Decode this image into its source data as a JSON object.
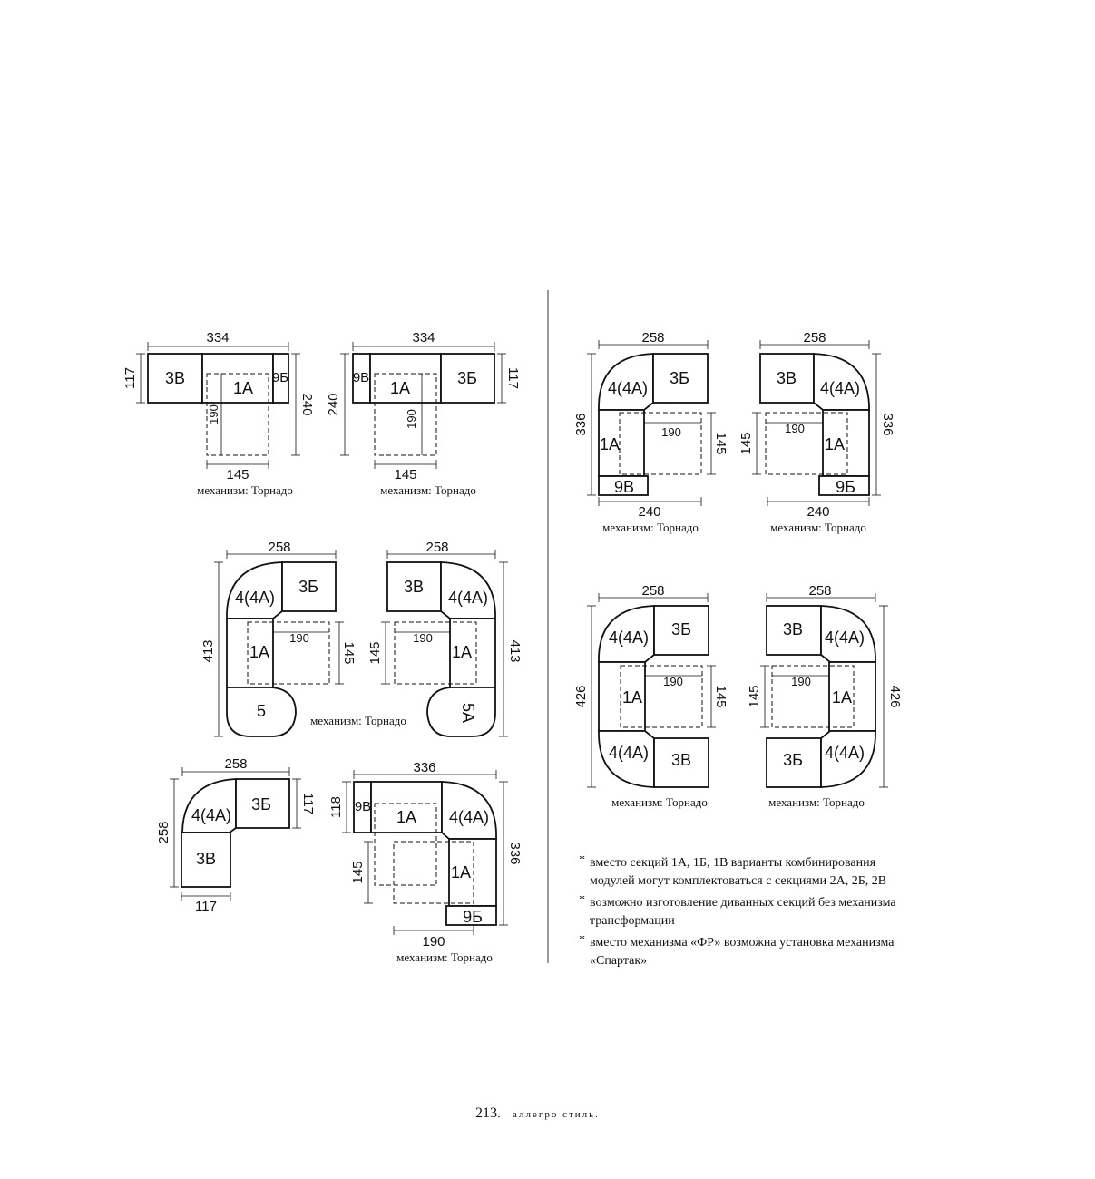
{
  "diagrams": [
    {
      "caption": "механизм: Торнадо",
      "dims": [
        "334",
        "117",
        "240",
        "190",
        "145"
      ],
      "modules": [
        "3В",
        "1А",
        "9Б"
      ]
    },
    {
      "caption": "механизм: Торнадо",
      "dims": [
        "334",
        "240",
        "117",
        "190",
        "145"
      ],
      "modules": [
        "9В",
        "1А",
        "3Б"
      ]
    },
    {
      "caption": "механизм: Торнадо",
      "dims": [
        "258",
        "336",
        "145",
        "190",
        "240"
      ],
      "modules": [
        "4(4А)",
        "3Б",
        "1А",
        "9В"
      ]
    },
    {
      "caption": "механизм: Торнадо",
      "dims": [
        "258",
        "336",
        "145",
        "190",
        "240"
      ],
      "modules": [
        "3В",
        "4(4А)",
        "1А",
        "9Б"
      ]
    },
    {
      "caption": "механизм: Торнадо",
      "dims": [
        "258",
        "413",
        "145",
        "190",
        "258",
        "413",
        "145",
        "190"
      ],
      "modules": [
        "4(4А)",
        "3Б",
        "1А",
        "5",
        "3В",
        "4(4А)",
        "1А",
        "5А"
      ]
    },
    {
      "caption": "механизм: Торнадо",
      "dims": [
        "258",
        "426",
        "190",
        "145"
      ],
      "modules": [
        "4(4А)",
        "3Б",
        "1А",
        "4(4А)",
        "3В"
      ]
    },
    {
      "caption": "механизм: Торнадо",
      "dims": [
        "258",
        "426",
        "190",
        "145"
      ],
      "modules": [
        "3В",
        "4(4А)",
        "1А",
        "3Б",
        "4(4А)"
      ]
    },
    {
      "caption": "",
      "dims": [
        "258",
        "117",
        "258",
        "117"
      ],
      "modules": [
        "4(4А)",
        "3Б",
        "3В"
      ]
    },
    {
      "caption": "механизм: Торнадо",
      "dims": [
        "336",
        "118",
        "336",
        "145",
        "190"
      ],
      "modules": [
        "9В",
        "1А",
        "4(4А)",
        "1А",
        "9Б"
      ]
    }
  ],
  "notes": [
    {
      "marker": "*",
      "lines": [
        "вместо секций 1А, 1Б, 1В варианты комбинирования",
        "модулей могут комплектоваться с секциями 2А, 2Б, 2В"
      ]
    },
    {
      "marker": "*",
      "lines": [
        "возможно изготовление диванных секций без механизма",
        "трансформации"
      ]
    },
    {
      "marker": "*",
      "lines": [
        "вместо механизма «ФР» возможна установка механизма",
        "«Спартак»"
      ]
    }
  ],
  "footer": {
    "page": "213.",
    "brand": "аллегро стиль."
  }
}
